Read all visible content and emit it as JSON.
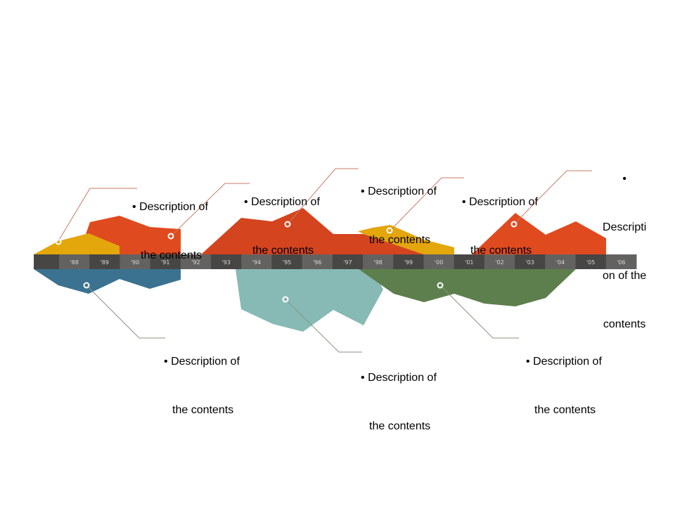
{
  "timeline": {
    "years": [
      "",
      "'88",
      "'89",
      "'90",
      "'91",
      "'92",
      "'93",
      "'94",
      "'95",
      "'96",
      "'97",
      "'98",
      "'99",
      "'00",
      "'01",
      "'02",
      "'03",
      "'04",
      "'05",
      "'06"
    ],
    "cell_colors": {
      "dark": "#474645",
      "light": "#646261"
    }
  },
  "colors": {
    "orange": "#e04a1f",
    "orange_mid": "#d4441e",
    "yellow": "#e3a60b",
    "blue": "#3a7290",
    "teal": "#87bab5",
    "green": "#5d7f4d",
    "leader_top": "#c77b66",
    "leader_bottom": "#8a9480"
  },
  "shapes_above": [
    {
      "name": "orange-area-88-91",
      "color": "orange"
    },
    {
      "name": "yellow-area-88-89",
      "color": "yellow"
    },
    {
      "name": "orange-area-92-98",
      "color": "orange_mid"
    },
    {
      "name": "yellow-area-97-00",
      "color": "yellow"
    },
    {
      "name": "orange-area-01-05",
      "color": "orange"
    }
  ],
  "shapes_below": [
    {
      "name": "blue-area-88-91",
      "color": "blue"
    },
    {
      "name": "teal-area-93-98",
      "color": "teal"
    },
    {
      "name": "green-area-97-04",
      "color": "green"
    }
  ],
  "callouts_top": [
    {
      "bullet": "•",
      "line1": "Description of",
      "line2": "the contents"
    },
    {
      "bullet": "•",
      "line1": "Description of",
      "line2": "the contents"
    },
    {
      "bullet": "•",
      "line1": "Description of",
      "line2": "the contents"
    },
    {
      "bullet": "•",
      "line1": "Description of",
      "line2": "the contents"
    },
    {
      "bullet": "•",
      "line1": "Descripti",
      "line2": "on of the",
      "line3": "contents"
    }
  ],
  "callouts_bottom": [
    {
      "bullet": "•",
      "line1": "Description of",
      "line2": "the contents"
    },
    {
      "bullet": "•",
      "line1": "Description of",
      "line2": "the contents"
    },
    {
      "bullet": "•",
      "line1": "Description of",
      "line2": "the contents"
    }
  ]
}
